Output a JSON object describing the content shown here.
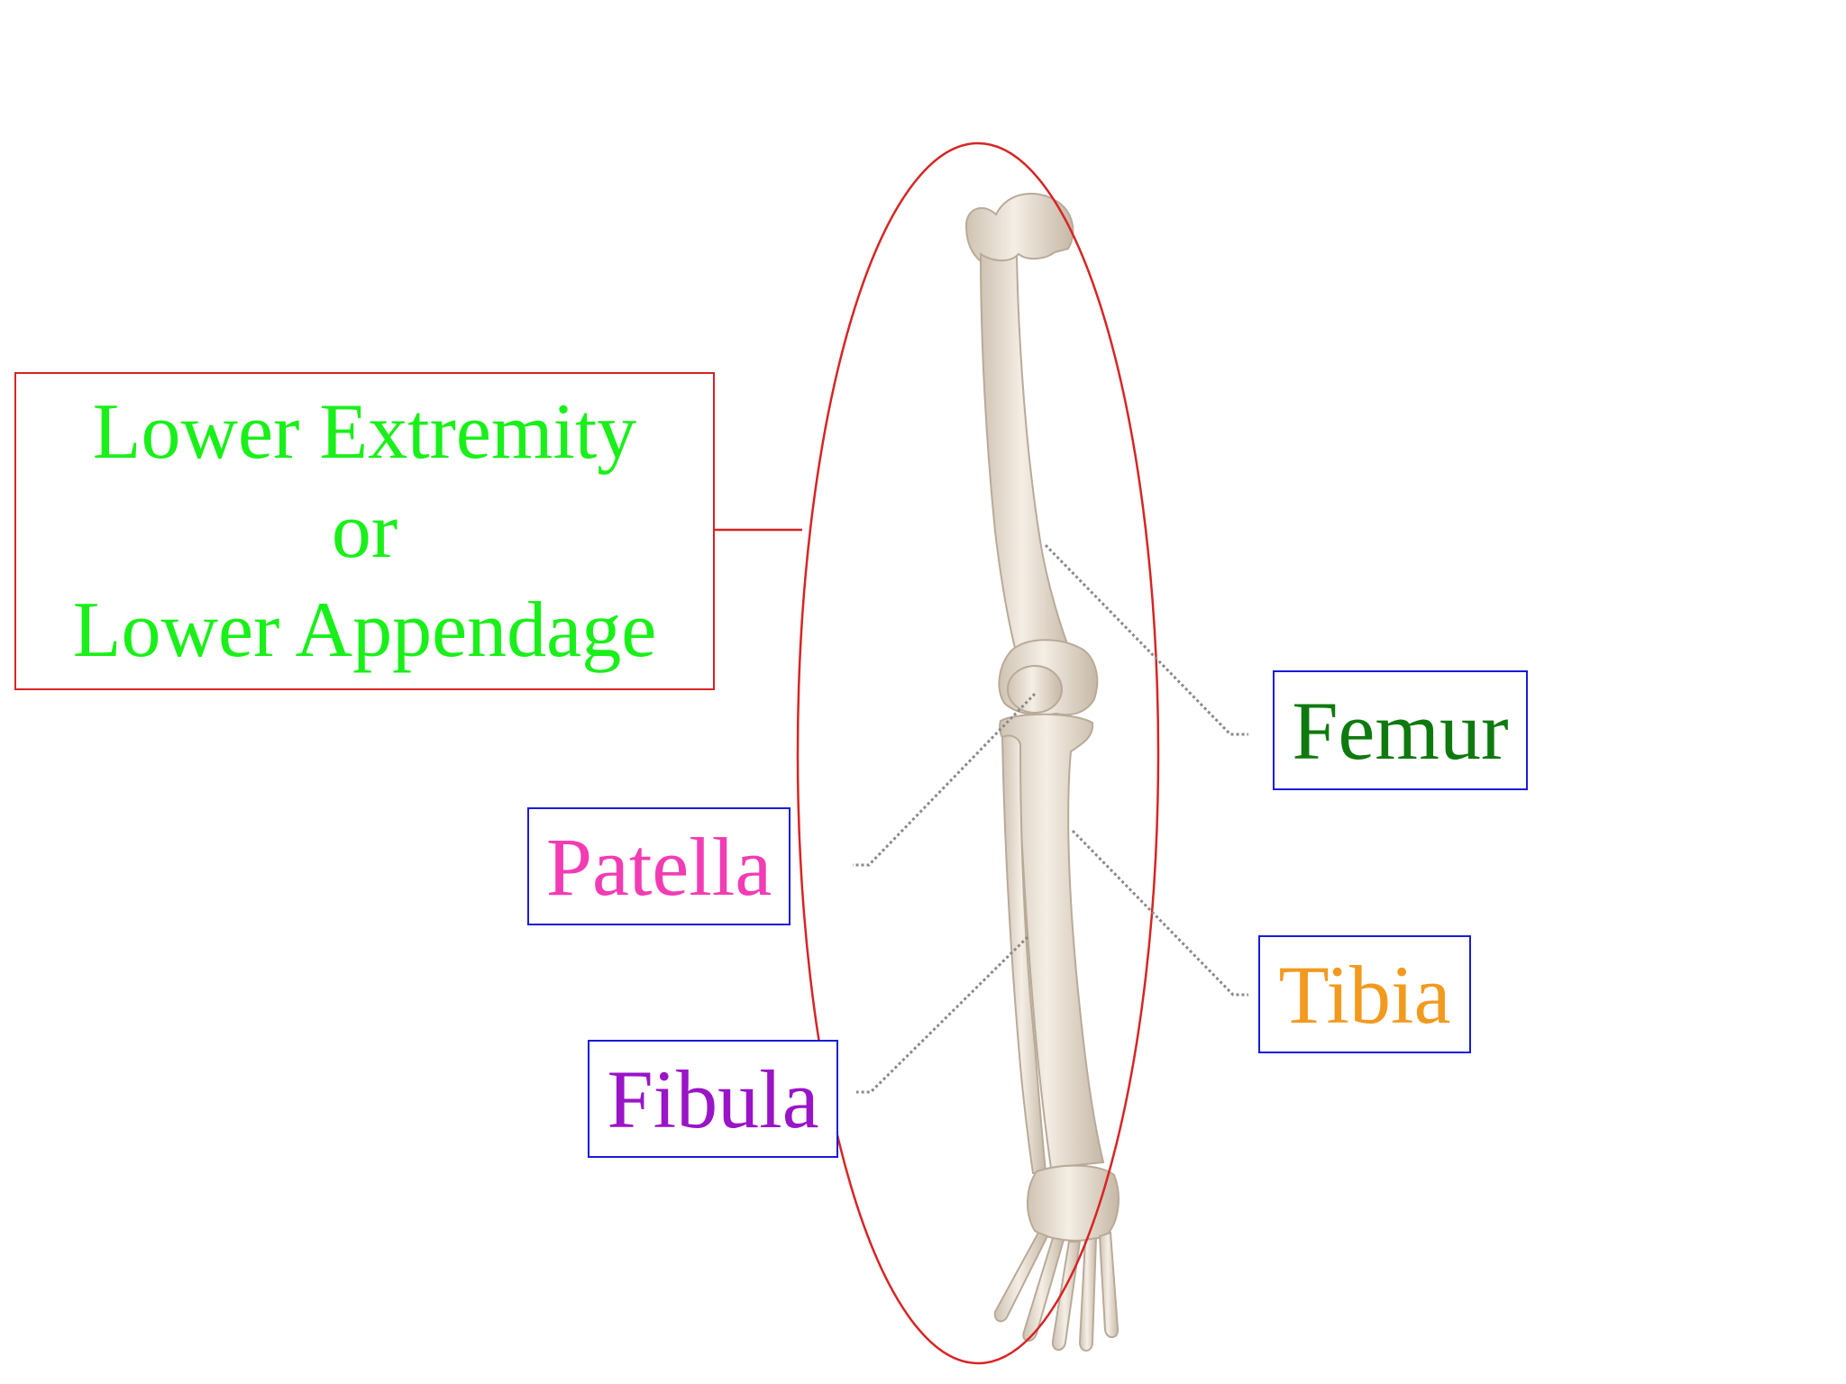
{
  "title_box": {
    "line1": "Lower Extremity",
    "line2": "or",
    "line3": "Lower Appendage",
    "color": "#19f019"
  },
  "labels": {
    "femur": {
      "text": "Femur",
      "color": "#0e7a0e"
    },
    "patella": {
      "text": "Patella",
      "color": "#f23cb4"
    },
    "tibia": {
      "text": "Tibia",
      "color": "#f29a1e"
    },
    "fibula": {
      "text": "Fibula",
      "color": "#9a14c8"
    }
  },
  "colors": {
    "ellipse": "#d82424",
    "label_border": "#1a1adb",
    "leader_line": "#8a8a8a",
    "bone": "#ece4d8",
    "bone_outline": "#b9aa98"
  }
}
